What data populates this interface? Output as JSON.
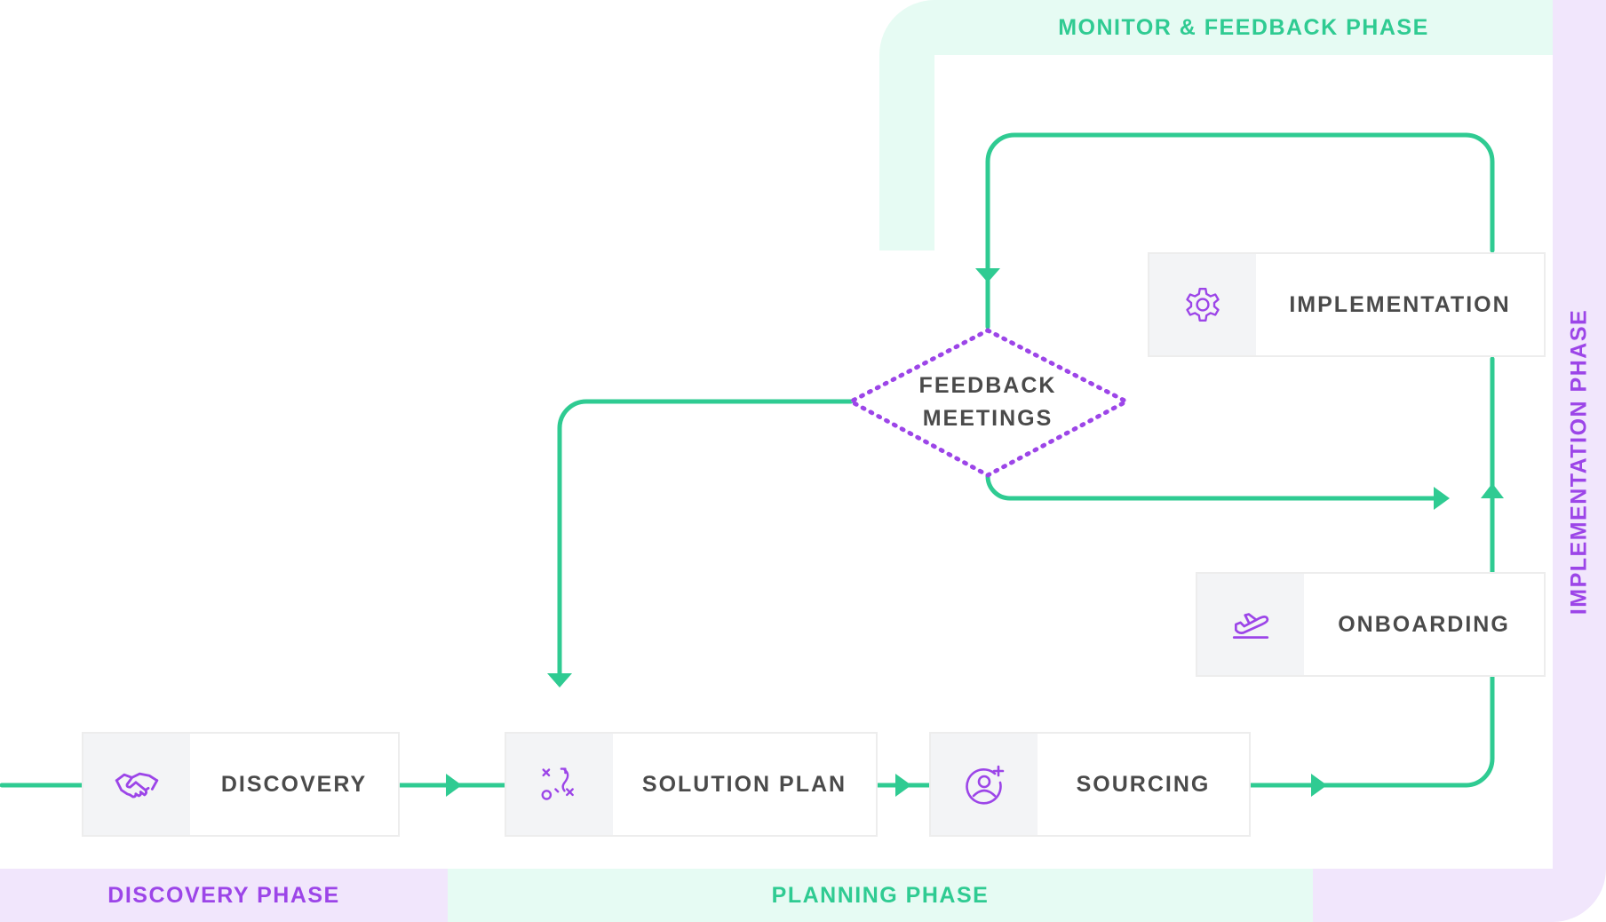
{
  "colors": {
    "green": "#2fcb92",
    "green_band": "#e6fbf3",
    "purple": "#9c45e8",
    "purple_band": "#f1e6fc",
    "box_label": "#4a4a4a",
    "icon_bg": "#f3f4f6"
  },
  "phases": {
    "monitor": "MONITOR & FEEDBACK PHASE",
    "implementation": "IMPLEMENTATION PHASE",
    "discovery": "DISCOVERY PHASE",
    "planning": "PLANNING PHASE"
  },
  "steps": {
    "discovery": {
      "label": "DISCOVERY",
      "icon": "handshake-icon"
    },
    "solution_plan": {
      "label": "SOLUTION PLAN",
      "icon": "strategy-play-icon"
    },
    "sourcing": {
      "label": "SOURCING",
      "icon": "add-user-icon"
    },
    "onboarding": {
      "label": "ONBOARDING",
      "icon": "airplane-takeoff-icon"
    },
    "implementation": {
      "label": "IMPLEMENTATION",
      "icon": "gear-icon"
    }
  },
  "decision": {
    "line1": "FEEDBACK",
    "line2": "MEETINGS"
  }
}
